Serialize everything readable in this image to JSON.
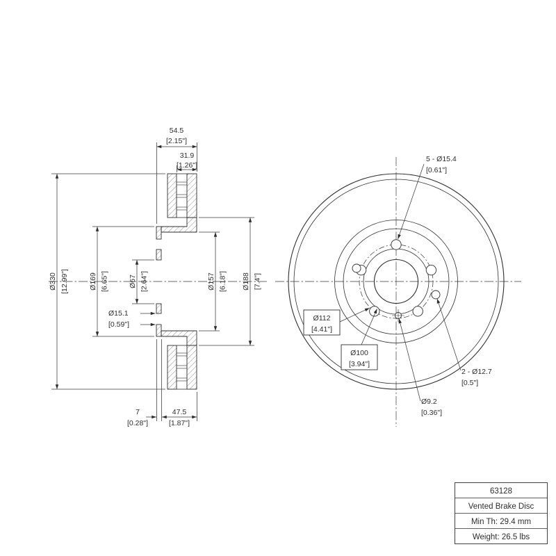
{
  "colors": {
    "background": "#ffffff",
    "line": "#2d2d2d",
    "dimension": "#3a3a3a"
  },
  "section_view": {
    "overall_width": {
      "mm": "54.5",
      "in": "[2.15\"]"
    },
    "inner_width": {
      "mm": "31.9",
      "in": "[1.26\"]"
    },
    "outer_diameter": {
      "mm": "Ø330",
      "in": "[12.99\"]"
    },
    "hat_diameter": {
      "mm": "Ø169",
      "in": "[6.65\"]"
    },
    "center_bore": {
      "mm": "Ø67",
      "in": "[2.64\"]"
    },
    "hat_inner_diameter": {
      "mm": "Ø157",
      "in": "[6.18\"]"
    },
    "ring_inner_diameter": {
      "mm": "Ø188",
      "in": "[7.4\"]"
    },
    "bolt_hole_diameter": {
      "mm": "Ø15.1",
      "in": "[0.59\"]"
    },
    "flange_thickness": {
      "mm": "7",
      "in": "[0.28\"]"
    },
    "mount_depth": {
      "mm": "47.5",
      "in": "[1.87\"]"
    }
  },
  "front_view": {
    "bolt_pattern": {
      "mm": "5 - Ø15.4",
      "in": "[0.61\"]"
    },
    "bolt_circle_diameter": {
      "mm": "Ø112",
      "in": "[4.41\"]"
    },
    "pilot_diameter": {
      "mm": "Ø100",
      "in": "[3.94\"]"
    },
    "pin_holes": {
      "mm": "2 - Ø12.7",
      "in": "[0.5\"]"
    },
    "small_hole": {
      "mm": "Ø9.2",
      "in": "[0.36\"]"
    }
  },
  "title_block": {
    "part_number": "63128",
    "product_name": "Vented Brake Disc",
    "min_thickness": "Min Th: 29.4 mm",
    "weight": "Weight: 26.5 lbs"
  }
}
